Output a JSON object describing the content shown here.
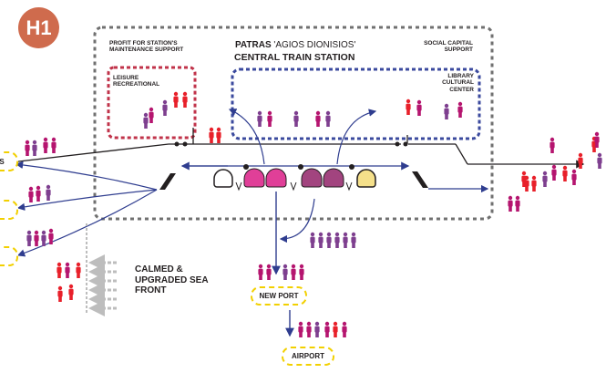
{
  "badge": "H1",
  "station": {
    "name_bold": "PATRAS",
    "name_rest": " 'AGIOS DIONISIOS'",
    "subtitle": "CENTRAL TRAIN STATION",
    "profit_label": "PROFIT FOR STATION'S MAINTENANCE SUPPORT",
    "social_label": "SOCIAL CAPITAL SUPPORT",
    "leisure_label": "LEISURE RECREATIONAL",
    "library_label": "LIBRARY CULTURAL CENTER"
  },
  "seafront": {
    "label": "CALMED & UPGRADED SEA FRONT"
  },
  "destinations": {
    "new_port": "NEW PORT",
    "airport": "AIRPORT"
  },
  "left_pill_text": "S",
  "colors": {
    "badge": "#cf6b4d",
    "station_border": "#707070",
    "leisure_border": "#c0334a",
    "library_border": "#3b4a9e",
    "arrow": "#2f3d8f",
    "pill_border": "#f2d000",
    "person_red": "#e8202a",
    "person_magenta": "#b5156f",
    "person_purple": "#7e3f8f",
    "seafront_arrows": "#bdbdbd"
  }
}
